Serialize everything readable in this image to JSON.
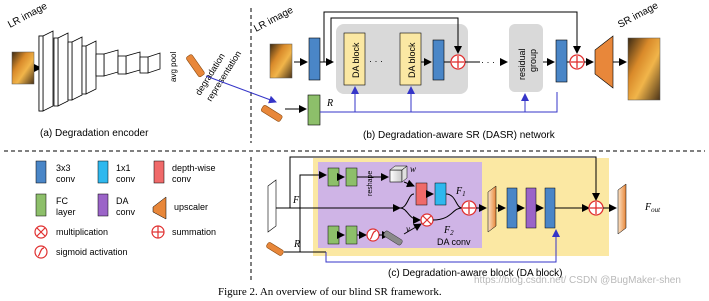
{
  "figure_caption": "Figure 2. An overview of our blind SR framework.",
  "watermark": "https://blog.csdn.net/  CSDN @BugMaker-shen",
  "colors": {
    "conv3x3": "#4a86c7",
    "conv1x1": "#2fb8ee",
    "depthwise_conv": "#f06a6a",
    "fc_layer": "#8dbf6a",
    "da_conv": "#9b64c8",
    "upscaler": "#e8873a",
    "yellow_bg": "#fbe8a3",
    "purple_bg": "#cfb4e6",
    "gray_bg": "#d9d9d9",
    "arrow_blue": "#3535c8",
    "circle_red": "#e03030"
  },
  "panel_a": {
    "input_label": "LR image",
    "pool_label": "avg pool",
    "repr_label_1": "degradation",
    "repr_label_2": "representation",
    "caption": "(a) Degradation encoder"
  },
  "panel_b": {
    "input_label": "LR image",
    "output_label": "SR image",
    "block1_label": "DA block",
    "block2_label": "DA block",
    "dots": "· · ·",
    "dots2": "· · ·",
    "group_label_1": "residual",
    "group_label_2": "group",
    "r_label": "R",
    "caption": "(b) Degradation-aware SR (DASR) network"
  },
  "legend": {
    "conv3x3_label_1": "3x3",
    "conv3x3_label_2": "conv",
    "conv1x1_label_1": "1x1",
    "conv1x1_label_2": "conv",
    "depthwise_label_1": "depth-wise",
    "depthwise_label_2": "conv",
    "fc_label_1": "FC",
    "fc_label_2": "layer",
    "da_label_1": "DA",
    "da_label_2": "conv",
    "upscaler_label": "upscaler",
    "multiplication_label": "multiplication",
    "summation_label": "summation",
    "sigmoid_label": "sigmoid activation"
  },
  "panel_c": {
    "f_label": "F",
    "r_label": "R",
    "reshape_label": "reshape",
    "w_label": "w",
    "v_label": "v",
    "f1_label": "F",
    "f1_sub": "1",
    "f2_label": "F",
    "f2_sub": "2",
    "daconv_label": "DA conv",
    "fout_label": "F",
    "fout_sub": "out",
    "caption": "(c) Degradation-aware block (DA block)"
  }
}
